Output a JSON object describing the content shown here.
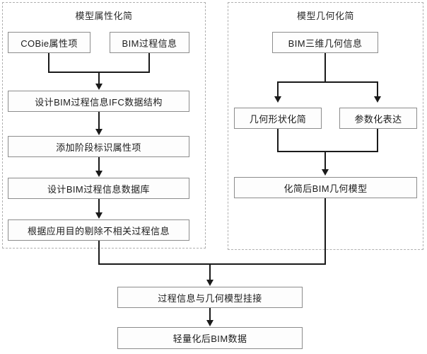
{
  "diagram": {
    "title_left_panel": "模型属性化简",
    "title_right_panel": "模型几何化简",
    "left_panel": {
      "nodes": [
        {
          "id": "cobie",
          "label": "COBie属性项"
        },
        {
          "id": "bim-process-info",
          "label": "BIM过程信息"
        },
        {
          "id": "ifc-structure",
          "label": "设计BIM过程信息IFC数据结构"
        },
        {
          "id": "phase-attribute",
          "label": "添加阶段标识属性项"
        },
        {
          "id": "process-database",
          "label": "设计BIM过程信息数据库"
        },
        {
          "id": "remove-irrelevant",
          "label": "根据应用目的剔除不相关过程信息"
        }
      ]
    },
    "right_panel": {
      "nodes": [
        {
          "id": "bim-3d-geometry",
          "label": "BIM三维几何信息"
        },
        {
          "id": "shape-simplify",
          "label": "几何形状化简"
        },
        {
          "id": "parametric-expression",
          "label": "参数化表达"
        },
        {
          "id": "simplified-geometry-model",
          "label": "化简后BIM几何模型"
        }
      ]
    },
    "bottom": {
      "nodes": [
        {
          "id": "attach-process-geometry",
          "label": "过程信息与几何模型挂接"
        },
        {
          "id": "lightweight-bim-data",
          "label": "轻量化后BIM数据"
        }
      ]
    },
    "colors": {
      "node_border": "#8c8c8c",
      "node_fill": "#fdfdfd",
      "panel_border": "#b0b0b0",
      "edge": "#1a1a1a",
      "text": "#1c1c1c"
    }
  }
}
